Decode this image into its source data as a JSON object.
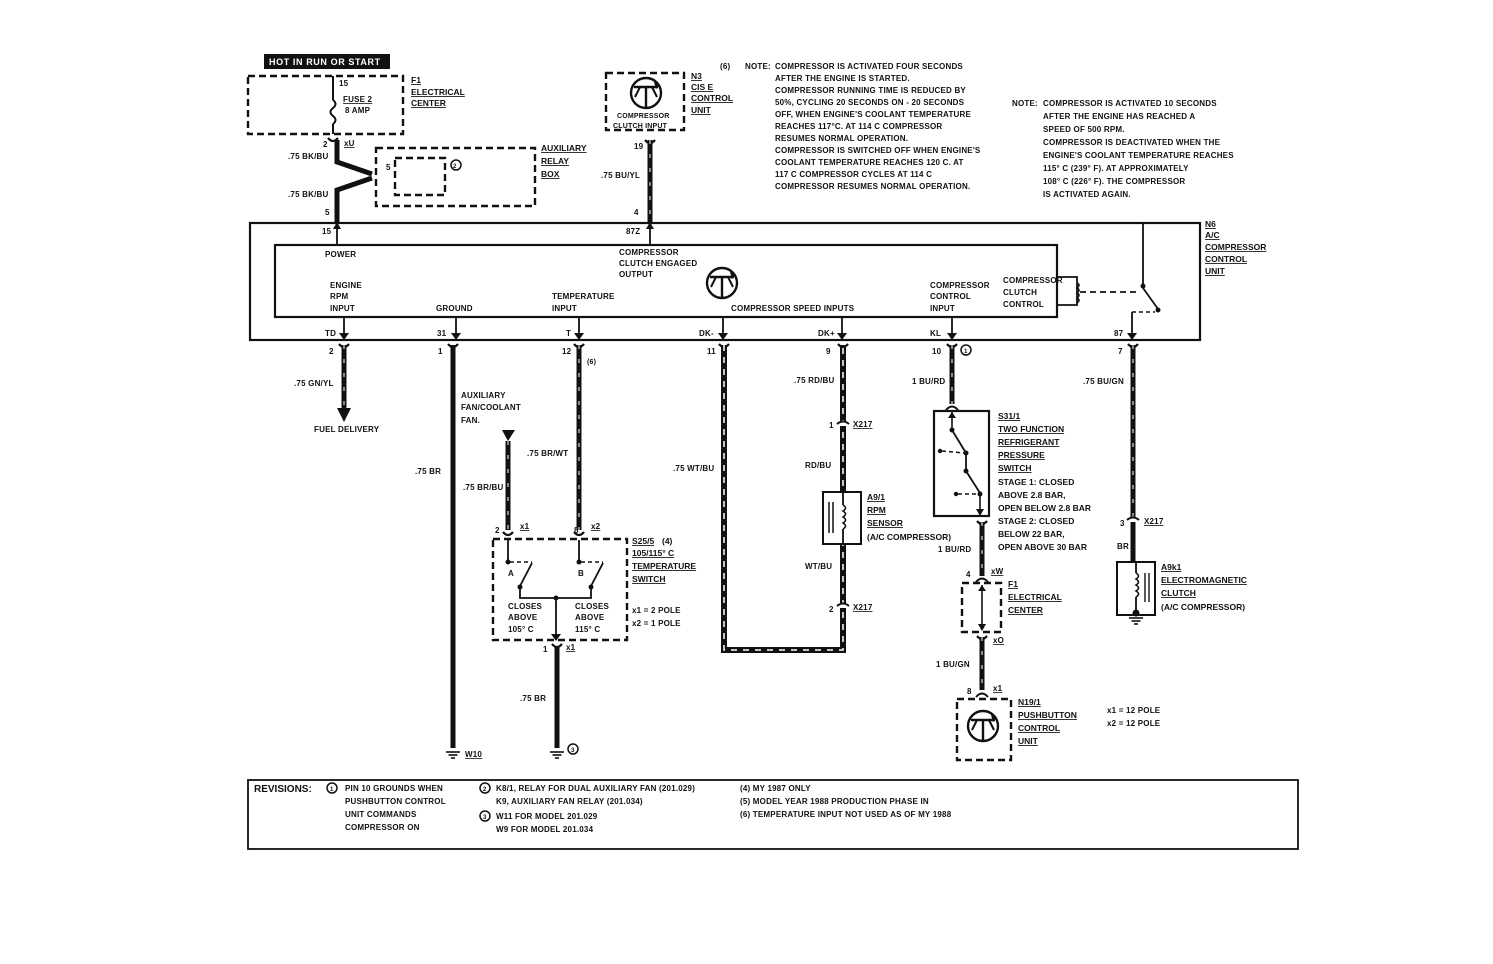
{
  "header": {
    "power_source": "HOT IN RUN OR START"
  },
  "components": {
    "f1_top": {
      "id": "F1",
      "name": "ELECTRICAL CENTER",
      "pin_top": "15",
      "fuse": "FUSE 2",
      "fuse_rating": "8 AMP",
      "pin_bottom": "2",
      "connector": "xU"
    },
    "aux_relay": {
      "name": "AUXILIARY RELAY BOX",
      "pin": "5",
      "note_ref": "2"
    },
    "n3": {
      "id": "N3",
      "name": "CIS E CONTROL UNIT",
      "label": "COMPRESSOR CLUTCH INPUT",
      "pin": "19"
    },
    "n6": {
      "id": "N6",
      "name": "A/C COMPRESSOR CONTROL UNIT",
      "pins_top": [
        {
          "pin": "15",
          "label": "POWER"
        },
        {
          "pin": "87Z",
          "label": "COMPRESSOR CLUTCH ENGAGED OUTPUT"
        }
      ],
      "pins_bottom": [
        {
          "pin": "TD",
          "label": "ENGINE RPM INPUT"
        },
        {
          "pin": "31",
          "label": "GROUND"
        },
        {
          "pin": "T",
          "label": "TEMPERATURE INPUT"
        },
        {
          "pin": "DK-",
          "label": ""
        },
        {
          "pin": "DK+",
          "label": "COMPRESSOR SPEED INPUTS"
        },
        {
          "pin": "KL",
          "label": "COMPRESSOR CONTROL INPUT"
        },
        {
          "pin": "87",
          "label": ""
        }
      ],
      "relay_label": "COMPRESSOR CLUTCH CONTROL"
    },
    "s25": {
      "id": "S25/5",
      "note": "(4)",
      "name": "105/115° C TEMPERATURE SWITCH",
      "left_label": "CLOSES ABOVE 105° C",
      "right_label": "CLOSES ABOVE 115° C",
      "contact_a": "A",
      "contact_b": "B",
      "pin_left": "2",
      "pin_right": "8",
      "pin_bottom": "1",
      "conn_left": "x1",
      "conn_right": "x2",
      "conn_bottom": "x1",
      "legend1": "x1 = 2 POLE",
      "legend2": "x2 = 1 POLE"
    },
    "a9": {
      "id": "A9/1",
      "name": "RPM SENSOR",
      "sub": "(A/C COMPRESSOR)"
    },
    "s31": {
      "id": "S31/1",
      "name": "TWO FUNCTION REFRIGERANT PRESSURE SWITCH",
      "stage1": "STAGE 1: CLOSED ABOVE 2.8 BAR, OPEN BELOW 2.8 BAR",
      "stage2": "STAGE 2: CLOSED BELOW 22 BAR, OPEN ABOVE 30 BAR"
    },
    "f1_bottom": {
      "id": "F1",
      "name": "ELECTRICAL CENTER",
      "pin_top": "4",
      "conn_top": "xW",
      "conn_bottom": "xO"
    },
    "n19": {
      "id": "N19/1",
      "name": "PUSHBUTTON CONTROL UNIT",
      "pin": "8",
      "conn": "x1",
      "legend1": "x1 = 12 POLE",
      "legend2": "x2 = 12 POLE"
    },
    "a9k1": {
      "id": "A9k1",
      "name": "ELECTROMAGNETIC CLUTCH",
      "sub": "(A/C COMPRESSOR)"
    }
  },
  "wires": {
    "w_f1_a": ".75 BK/BU",
    "w_f1_b": ".75 BK/BU",
    "w_n3": ".75 BU/YL",
    "w_td": ".75 GN/YL",
    "w_td_dest": "FUEL DELIVERY",
    "w_gnd": ".75 BR",
    "w_gnd_note": "AUXILIARY FAN/COOLANT FAN.",
    "w_gnd_point": "W10",
    "w_temp": ".75 BR/WT",
    "w_temp_note": "(6)",
    "w_aux": ".75 BR/BU",
    "w_s25_out": ".75 BR",
    "w_dkm": ".75 WT/BU",
    "w_dkp": ".75 RD/BU",
    "w_dkp_pin": "9",
    "w_a9_in": "RD/BU",
    "w_a9_out": "WT/BU",
    "x217": "X217",
    "x217_pin1": "1",
    "x217_pin2": "2",
    "x217_pin3": "3",
    "w_kl": "1 BU/RD",
    "w_kl_out": "1 BU/RD",
    "w_kl_pin": "10",
    "w_kl_note": "1",
    "w_n19": "1 BU/GN",
    "w_87": ".75 BU/GN",
    "w_87_pin": "7",
    "w_clutch": "BR",
    "pin_td": "2",
    "pin_gnd": "1",
    "pin_temp": "12",
    "pin_dkm": "11",
    "pin_top_15": "5",
    "pin_top_87z": "4"
  },
  "notes": {
    "note6_ref": "(6)",
    "note6_label": "NOTE:",
    "note6_lines": [
      "COMPRESSOR IS ACTIVATED FOUR SECONDS",
      "AFTER THE ENGINE IS STARTED.",
      "COMPRESSOR RUNNING TIME IS REDUCED BY",
      "50%, CYCLING 20 SECONDS ON - 20 SECONDS",
      "OFF, WHEN ENGINE'S COOLANT TEMPERATURE",
      "REACHES 117°C. AT 114 C COMPRESSOR",
      "RESUMES NORMAL OPERATION.",
      "COMPRESSOR IS SWITCHED OFF WHEN ENGINE'S",
      "COOLANT TEMPERATURE REACHES 120 C. AT",
      "117 C COMPRESSOR CYCLES  AT 114 C",
      "COMPRESSOR RESUMES NORMAL OPERATION."
    ],
    "note2_label": "NOTE:",
    "note2_lines": [
      "COMPRESSOR IS ACTIVATED 10 SECONDS",
      "AFTER THE ENGINE HAS REACHED A",
      "SPEED OF 500 RPM.",
      "COMPRESSOR IS DEACTIVATED WHEN THE",
      "ENGINE'S COOLANT TEMPERATURE REACHES",
      "115° C (239° F). AT APPROXIMATELY",
      "108° C (226° F). THE COMPRESSOR",
      "IS ACTIVATED AGAIN."
    ]
  },
  "revisions": {
    "label": "REVISIONS:",
    "r1_num": "1",
    "r1_lines": [
      "PIN 10 GROUNDS WHEN",
      "PUSHBUTTON CONTROL",
      "UNIT COMMANDS",
      "COMPRESSOR ON"
    ],
    "r2_num": "2",
    "r2_lines": [
      "K8/1, RELAY FOR DUAL AUXILIARY FAN (201.029)",
      "K9, AUXILIARY FAN RELAY (201.034)"
    ],
    "r3_num": "3",
    "r3_lines": [
      "W11 FOR MODEL 201.029",
      "W9 FOR MODEL 201.034"
    ],
    "notes": [
      "(4) MY 1987 ONLY",
      "(5) MODEL YEAR 1988 PRODUCTION PHASE IN",
      "(6) TEMPERATURE INPUT NOT USED AS OF MY 1988"
    ]
  }
}
